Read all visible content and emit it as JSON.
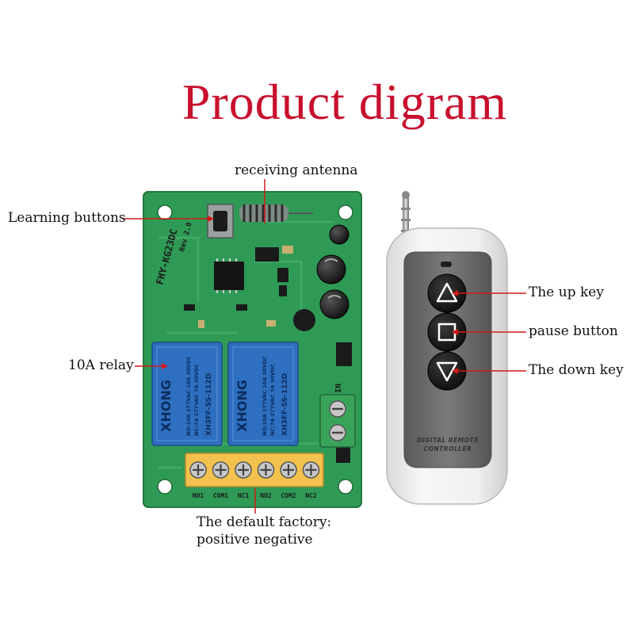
{
  "title": "Product digram",
  "labels": {
    "antenna": "receiving antenna",
    "learning": "Learning buttons",
    "relay": "10A relay",
    "default_line1": "The default factory:",
    "default_line2": "positive negative",
    "up_key": "The up key",
    "pause": "pause button",
    "down_key": "The down key"
  },
  "board": {
    "model": "FHY-KG23DC",
    "rev": "Rev 2.0",
    "relay_brand": "XHONG",
    "relay_model": "XH3FF-SS-112D",
    "relay_rating_1": "NO:10A 277VAC 10A 30VDC",
    "relay_rating_2": "NC:7A 277VAC 7A 30VDC",
    "terminals": [
      "NO1",
      "COM1",
      "NC1",
      "NO2",
      "COM2",
      "NC2"
    ],
    "input_terminal": "IN"
  },
  "remote": {
    "line1": "DIGITAL REMOTE",
    "line2": "CONTROLLER"
  },
  "colors": {
    "title": "#c8102e",
    "pointer": "#d11a1a",
    "pcb": "#2f9a55",
    "relay": "#2f6fc0",
    "terminal": "#f2c14e",
    "remote_face": "#6f6f6f",
    "remote_shell": "#ececec"
  }
}
